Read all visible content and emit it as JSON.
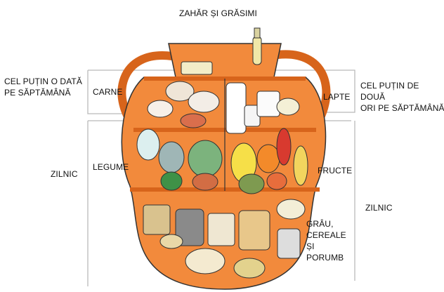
{
  "diagram": {
    "top_title": "ZAHĂR ȘI GRĂSIMI",
    "left_frequency": [
      "CEL PUȚIN O DATĂ",
      "PE SĂPTĂMÂNĂ"
    ],
    "right_frequency": [
      "CEL PUȚIN DE DOUĂ",
      "ORI PE SĂPTĂMÂNĂ"
    ],
    "left_daily": "ZILNIC",
    "right_daily": "ZILNIC",
    "labels": {
      "meat": "CARNE",
      "milk": "LAPTE",
      "vegetables": "LEGUME",
      "fruits": "FRUCTE",
      "grains": [
        "GRÂU,",
        "CEREALE",
        "ȘI",
        "PORUMB"
      ]
    },
    "colors": {
      "vase": "#f28a3c",
      "vase_dark": "#d7641b",
      "outline": "#333333",
      "bracket": "#b9b9b9"
    }
  }
}
